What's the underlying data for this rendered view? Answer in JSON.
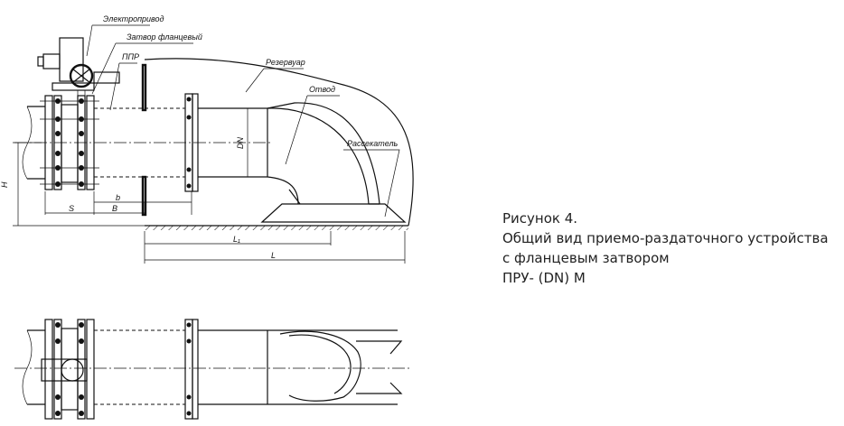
{
  "labels": {
    "electric_drive": "Электропривод",
    "flange_valve": "Затвор фланцевый",
    "ppr": "ППР",
    "tank": "Резервуар",
    "outlet": "Отвод",
    "splitter": "Рассекатель"
  },
  "dimensions": {
    "h": "H",
    "s": "S",
    "b_small": "b",
    "b_large": "B",
    "dn": "DN",
    "l1": "L₁",
    "l": "L"
  },
  "caption": {
    "line1": "Рисунок 4.",
    "line2": "Общий вид приемо-раздаточного устройства",
    "line3": "с фланцевым затвором",
    "line4": "ПРУ- (DN) М"
  }
}
